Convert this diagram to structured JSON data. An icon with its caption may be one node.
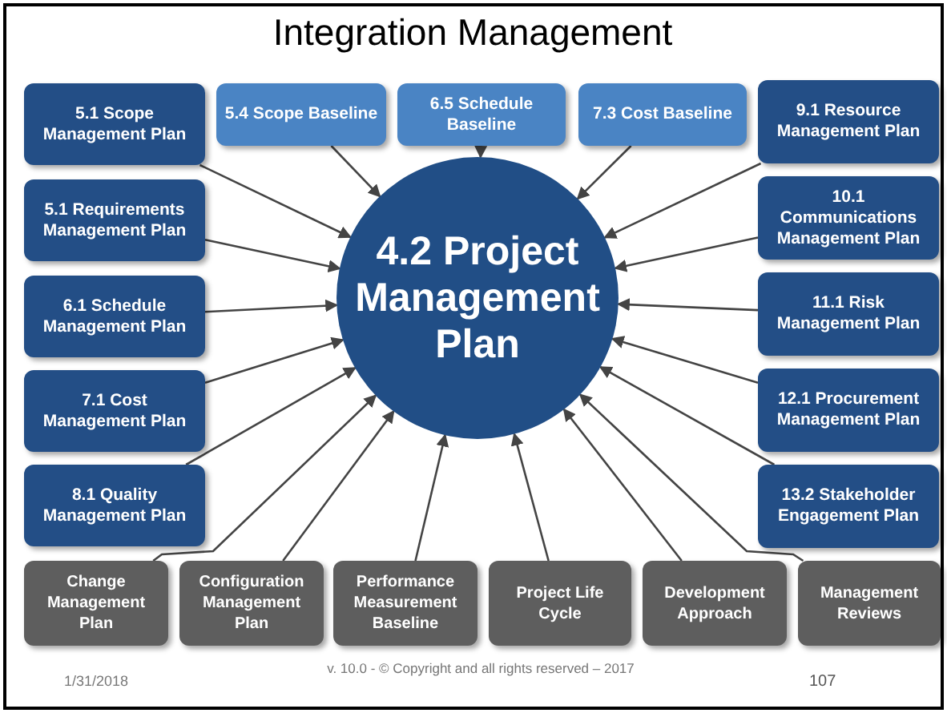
{
  "diagram": {
    "title": "Integration Management",
    "nodes": [
      {
        "text": [
          "5.1 Scope Management Plan"
        ]
      },
      {
        "text": [
          "5.1 Requirements Management Plan"
        ]
      },
      {
        "text": [
          "6.1 Schedule Management Plan"
        ]
      },
      {
        "text": [
          "7.1 Cost Management Plan"
        ]
      },
      {
        "text": [
          "8.1 Quality Management Plan"
        ]
      },
      {
        "text": [
          "5.4 Scope Baseline"
        ]
      },
      {
        "text": [
          "6.5 Schedule Baseline"
        ]
      },
      {
        "text": [
          "7.3 Cost Baseline"
        ]
      },
      {
        "text": [
          "9.1 Resource Management Plan"
        ]
      },
      {
        "text": [
          "10.1 Communications Management Plan"
        ]
      },
      {
        "text": [
          "11.1 Risk Management Plan"
        ]
      },
      {
        "text": [
          "12.1 Procurement Management Plan"
        ]
      },
      {
        "text": [
          "13.2 Stakeholder Engagement Plan"
        ]
      },
      {
        "text": [
          "4.2 Project Management Plan"
        ]
      },
      {
        "text": [
          "Change Management Plan"
        ]
      },
      {
        "text": [
          "Configuration Management Plan"
        ]
      },
      {
        "text": [
          "Performance Measurement Baseline"
        ]
      },
      {
        "text": [
          "Project Life Cycle"
        ]
      },
      {
        "text": [
          "Development Approach"
        ]
      },
      {
        "text": [
          "Management Reviews"
        ]
      }
    ],
    "edges": [
      {
        "from": 0,
        "to": 13,
        "arrow": "to"
      },
      {
        "from": 1,
        "to": 13,
        "arrow": "to"
      },
      {
        "from": 2,
        "to": 13,
        "arrow": "to"
      },
      {
        "from": 3,
        "to": 13,
        "arrow": "to"
      },
      {
        "from": 4,
        "to": 13,
        "arrow": "to"
      },
      {
        "from": 5,
        "to": 13,
        "arrow": "to"
      },
      {
        "from": 6,
        "to": 13,
        "arrow": "to"
      },
      {
        "from": 7,
        "to": 13,
        "arrow": "to"
      },
      {
        "from": 8,
        "to": 13,
        "arrow": "to"
      },
      {
        "from": 9,
        "to": 13,
        "arrow": "to"
      },
      {
        "from": 10,
        "to": 13,
        "arrow": "to"
      },
      {
        "from": 11,
        "to": 13,
        "arrow": "to"
      },
      {
        "from": 12,
        "to": 13,
        "arrow": "to"
      },
      {
        "from": 14,
        "to": 13,
        "arrow": "to"
      },
      {
        "from": 15,
        "to": 13,
        "arrow": "to"
      },
      {
        "from": 16,
        "to": 13,
        "arrow": "to"
      },
      {
        "from": 17,
        "to": 13,
        "arrow": "to"
      },
      {
        "from": 18,
        "to": 13,
        "arrow": "to"
      },
      {
        "from": 19,
        "to": 13,
        "arrow": "to"
      }
    ],
    "labels": [
      "1/31/2018",
      "v. 10.0 - © Copyright and all rights reserved – 2017",
      "107"
    ]
  }
}
